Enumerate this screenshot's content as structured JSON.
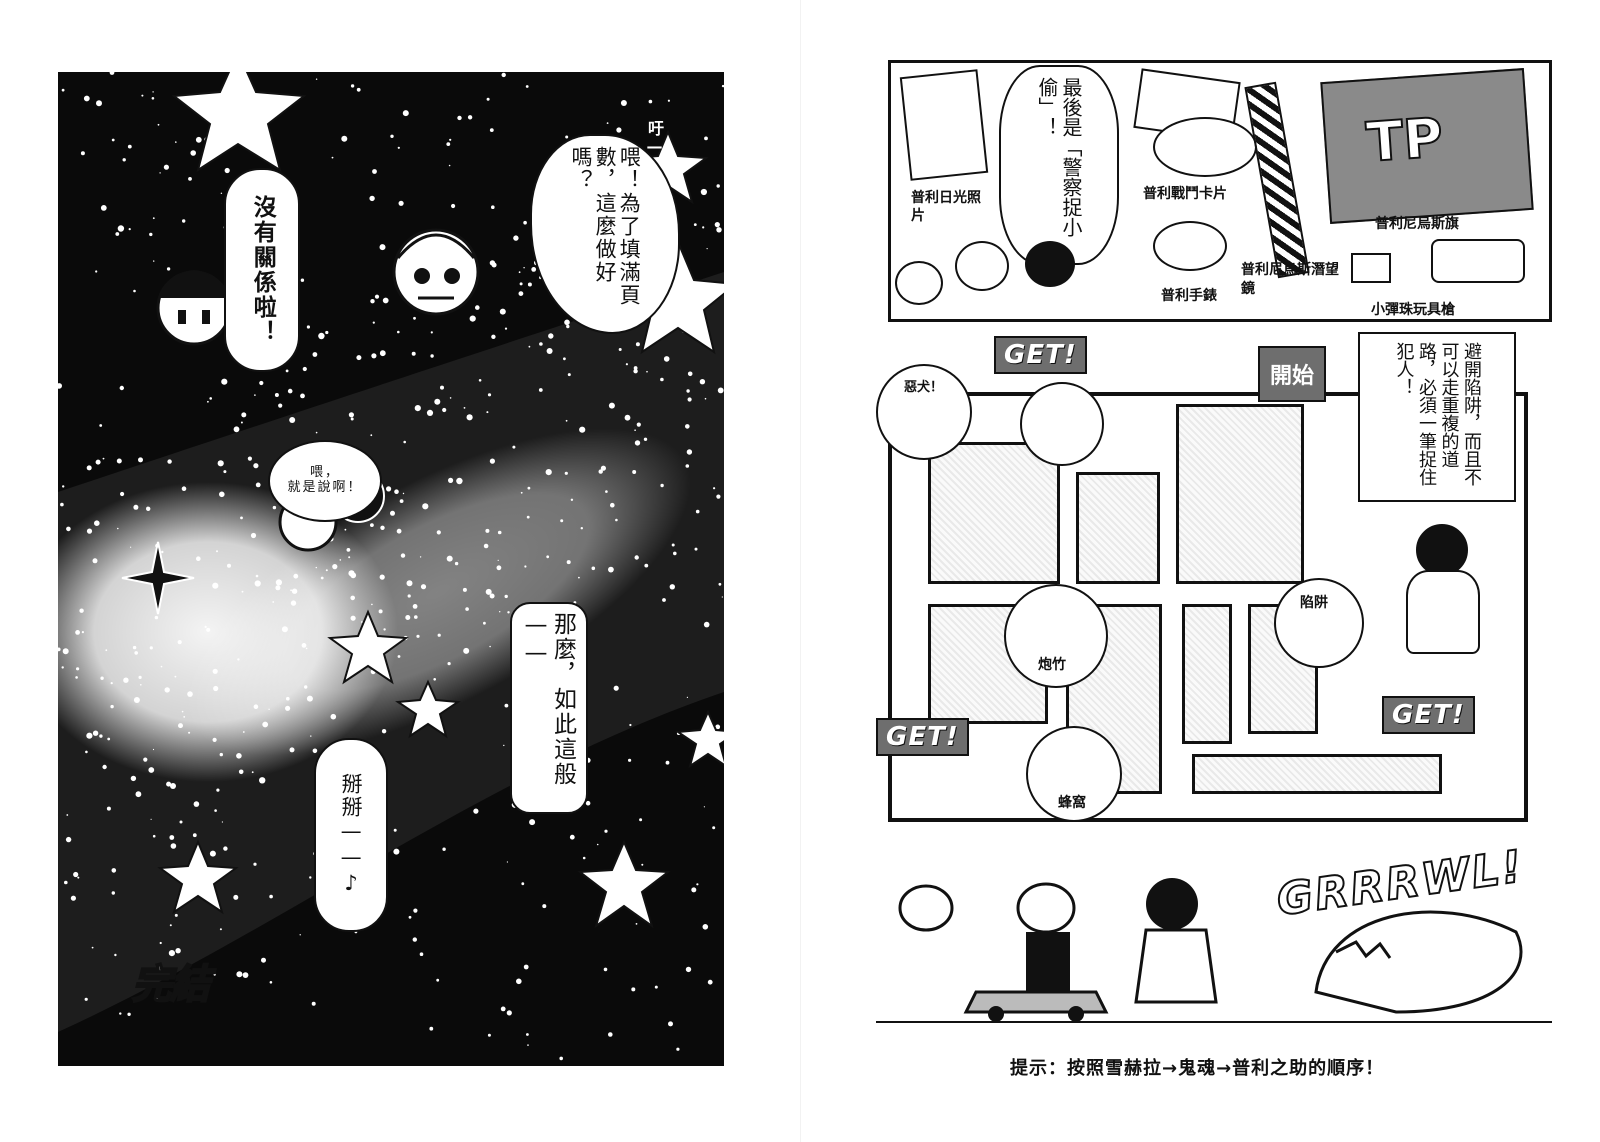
{
  "left_page": {
    "speech_hey_page": "喂！為了填滿頁數，這麼做好嗎？",
    "sfx_hu": "吁—吁……",
    "speech_doesnt_matter": "沒有關係啦！",
    "speech_well_say": [
      "喂，",
      "就是說啊！"
    ],
    "speech_and_so": "那麼，如此這般——",
    "speech_bye": "掰掰——♪",
    "end_title": "完結"
  },
  "right_page": {
    "top_panel": {
      "speech_final": "最後是「警察捉小偷」！",
      "items": [
        {
          "caption": "普利日光照片"
        },
        {
          "caption": "普利戰鬥卡片"
        },
        {
          "caption": "普利尼烏斯旗"
        },
        {
          "caption": "普利尼烏斯潛望鏡"
        },
        {
          "caption": "普利手錶"
        },
        {
          "caption": "小彈珠玩具槍"
        }
      ],
      "flag_text": "TP"
    },
    "maze": {
      "start_label": "開始",
      "get_label": "GET!",
      "hint_text": "避開陷阱，而且不可以走重複的道路，必須一筆捉住犯人！",
      "sfx_dog": "惡犬！",
      "trap_label": "陷阱",
      "firecracker_label": "炮竹",
      "hive_label": "蜂窩"
    },
    "chase": {
      "growl": "GRRRWL!"
    },
    "hint_line": "提示：按照雪赫拉→鬼魂→普利之助的順序！"
  },
  "colors": {
    "ink": "#111111",
    "paper": "#ffffff",
    "tone": "#6e6e6e"
  }
}
